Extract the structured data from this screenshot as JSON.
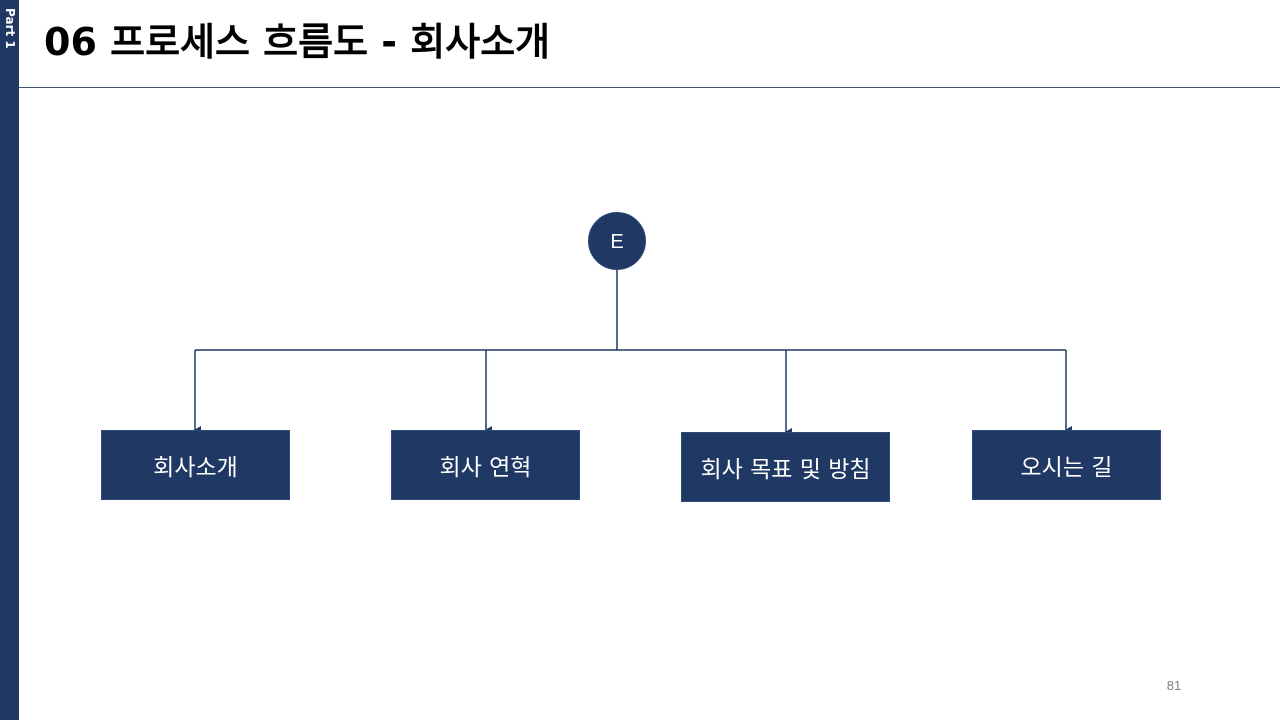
{
  "sidebar": {
    "label": "Part 1"
  },
  "header": {
    "title": "06 프로세스 흐름도 - 회사소개"
  },
  "diagram": {
    "start_node": {
      "label": "E"
    },
    "boxes": [
      {
        "label": "회사소개"
      },
      {
        "label": "회사 연혁"
      },
      {
        "label": "회사 목표 및 방침"
      },
      {
        "label": "오시는 길"
      }
    ]
  },
  "colors": {
    "navy": "#203864",
    "connector": "#203864",
    "rule": "#44546a",
    "page_number": "#7f7f7f"
  },
  "footer": {
    "page_number": "81"
  }
}
